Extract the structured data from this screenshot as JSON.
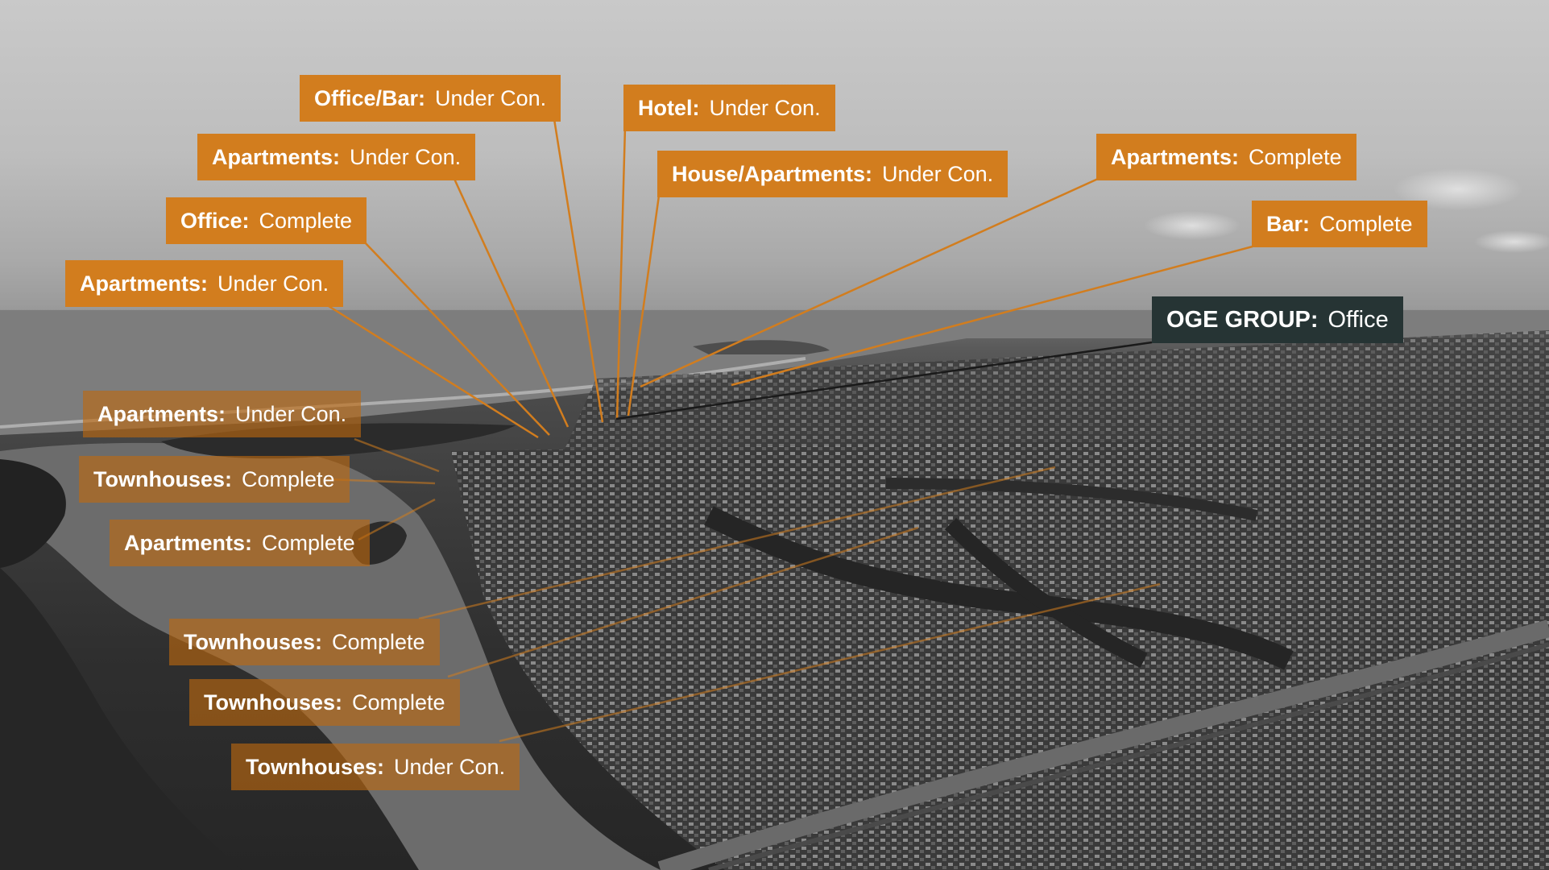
{
  "map": {
    "view": "aerial photo, greyscale",
    "accent_color": "#d27d1e",
    "company_color": "#263434",
    "labels": [
      {
        "id": "office-bar",
        "key": "Office/Bar:",
        "status": "Under Con.",
        "style": "orange"
      },
      {
        "id": "hotel",
        "key": "Hotel:",
        "status": "Under Con.",
        "style": "orange"
      },
      {
        "id": "apartments-1",
        "key": "Apartments:",
        "status": "Under Con.",
        "style": "orange"
      },
      {
        "id": "house-apartments",
        "key": "House/Apartments:",
        "status": "Under Con.",
        "style": "orange"
      },
      {
        "id": "apartments-complete-right",
        "key": "Apartments:",
        "status": "Complete",
        "style": "orange"
      },
      {
        "id": "office",
        "key": "Office:",
        "status": "Complete",
        "style": "orange"
      },
      {
        "id": "bar",
        "key": "Bar:",
        "status": "Complete",
        "style": "orange"
      },
      {
        "id": "apartments-2",
        "key": "Apartments:",
        "status": "Under Con.",
        "style": "orange"
      },
      {
        "id": "oge-group",
        "key": "OGE GROUP:",
        "status": "Office",
        "style": "dark"
      },
      {
        "id": "apartments-3",
        "key": "Apartments:",
        "status": "Under Con.",
        "style": "faded"
      },
      {
        "id": "townhouses-1",
        "key": "Townhouses:",
        "status": "Complete",
        "style": "faded"
      },
      {
        "id": "apartments-4",
        "key": "Apartments:",
        "status": "Complete",
        "style": "faded"
      },
      {
        "id": "townhouses-2",
        "key": "Townhouses:",
        "status": "Complete",
        "style": "faded"
      },
      {
        "id": "townhouses-3",
        "key": "Townhouses:",
        "status": "Complete",
        "style": "faded"
      },
      {
        "id": "townhouses-4",
        "key": "Townhouses:",
        "status": "Under Con.",
        "style": "faded"
      }
    ]
  }
}
